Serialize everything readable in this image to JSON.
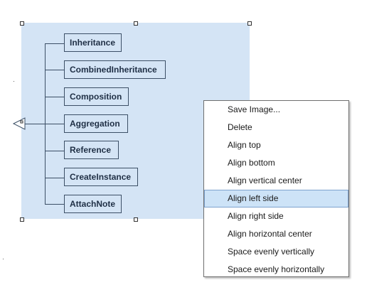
{
  "diagram": {
    "nodes": [
      {
        "label": "Inheritance"
      },
      {
        "label": "CombinedInheritance"
      },
      {
        "label": "Composition"
      },
      {
        "label": "Aggregation"
      },
      {
        "label": "Reference"
      },
      {
        "label": "CreateInstance"
      },
      {
        "label": "AttachNote"
      }
    ],
    "selection_color": "#d4e4f5",
    "line_color": "#3c4f66"
  },
  "context_menu": {
    "items": [
      {
        "label": "Save Image..."
      },
      {
        "label": "Delete"
      },
      {
        "label": "Align top"
      },
      {
        "label": "Align bottom"
      },
      {
        "label": "Align vertical center"
      },
      {
        "label": "Align left side",
        "highlighted": true
      },
      {
        "label": "Align right side"
      },
      {
        "label": "Align horizontal center"
      },
      {
        "label": "Space evenly vertically"
      },
      {
        "label": "Space evenly horizontally"
      }
    ],
    "highlight_color": "#cde3f7"
  }
}
